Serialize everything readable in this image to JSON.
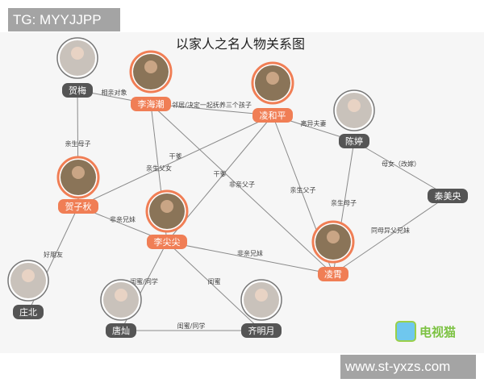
{
  "watermark_top": "TG: MYYJJPP",
  "watermark_bottom": "www.st-yxzs.com",
  "logo_text": "电视猫",
  "title": "以家人之名人物关系图",
  "colors": {
    "main_node": "#f07e55",
    "side_node": "#555555",
    "edge": "#8a8a8a"
  },
  "nodes": [
    {
      "id": "hemei",
      "name": "贺梅",
      "type": "side",
      "avatar": true
    },
    {
      "id": "lihaichao",
      "name": "李海潮",
      "type": "main",
      "avatar": true
    },
    {
      "id": "linghp",
      "name": "凌和平",
      "type": "main",
      "avatar": true
    },
    {
      "id": "chenting",
      "name": "陈婷",
      "type": "side",
      "avatar": true
    },
    {
      "id": "hezq",
      "name": "贺子秋",
      "type": "main",
      "avatar": true
    },
    {
      "id": "lijj",
      "name": "李尖尖",
      "type": "main",
      "avatar": true
    },
    {
      "id": "qinmy",
      "name": "秦美央",
      "type": "side",
      "avatar": false
    },
    {
      "id": "lingxiao",
      "name": "凌霄",
      "type": "main",
      "avatar": true
    },
    {
      "id": "zhuangbei",
      "name": "庄北",
      "type": "side",
      "avatar": true
    },
    {
      "id": "tangcan",
      "name": "唐灿",
      "type": "side",
      "avatar": true
    },
    {
      "id": "qimy",
      "name": "齐明月",
      "type": "side",
      "avatar": true
    }
  ],
  "edges": [
    {
      "from": "hemei",
      "to": "lihaichao",
      "label": "相亲对象"
    },
    {
      "from": "lihaichao",
      "to": "linghp",
      "label": "邻居/决定一起抚养三个孩子"
    },
    {
      "from": "hemei",
      "to": "hezq",
      "label": "亲生母子"
    },
    {
      "from": "hezq",
      "to": "linghp",
      "label": "干爹"
    },
    {
      "from": "lihaichao",
      "to": "lijj",
      "label": "亲生父女"
    },
    {
      "from": "lijj",
      "to": "linghp",
      "label": "干爹"
    },
    {
      "from": "lihaichao",
      "to": "lingxiao",
      "label": "非亲父子"
    },
    {
      "from": "linghp",
      "to": "chenting",
      "label": "离异夫妻"
    },
    {
      "from": "linghp",
      "to": "lingxiao",
      "label": "亲生父子"
    },
    {
      "from": "chenting",
      "to": "lingxiao",
      "label": "亲生母子"
    },
    {
      "from": "chenting",
      "to": "qinmy",
      "label": "母女（改嫁）"
    },
    {
      "from": "qinmy",
      "to": "lingxiao",
      "label": "同母异父兄妹"
    },
    {
      "from": "hezq",
      "to": "lijj",
      "label": "非亲兄妹"
    },
    {
      "from": "lijj",
      "to": "lingxiao",
      "label": "非亲兄妹"
    },
    {
      "from": "hezq",
      "to": "zhuangbei",
      "label": "好朋友"
    },
    {
      "from": "lijj",
      "to": "tangcan",
      "label": "闺蜜/同学"
    },
    {
      "from": "lijj",
      "to": "qimy",
      "label": "闺蜜"
    },
    {
      "from": "tangcan",
      "to": "qimy",
      "label": "闺蜜/同学"
    }
  ]
}
